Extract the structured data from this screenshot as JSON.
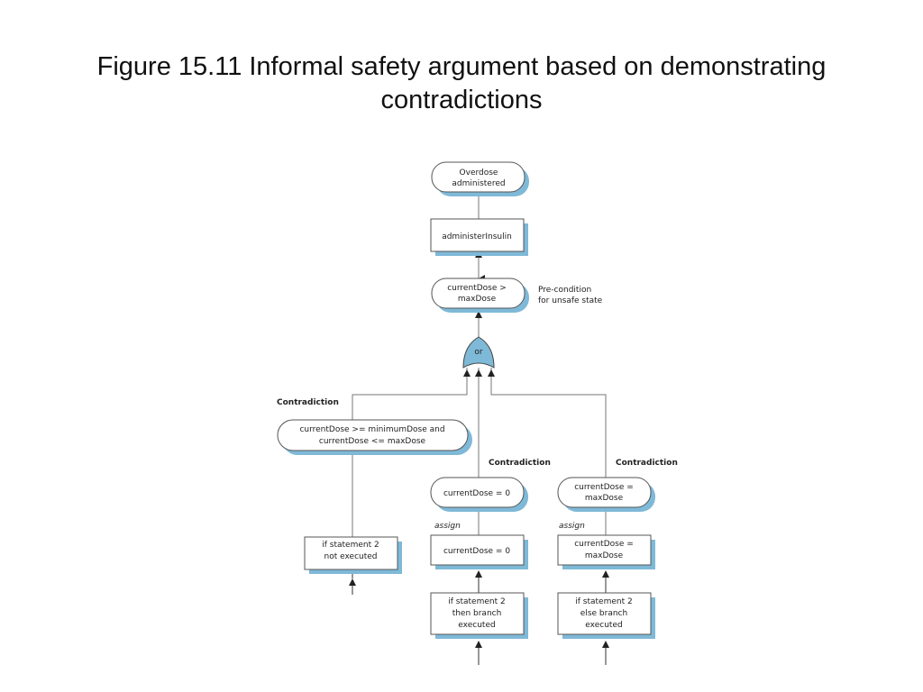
{
  "title": {
    "line1": "Figure 15.11  Informal safety argument based on demonstrating",
    "line2": "contradictions"
  },
  "diagram": {
    "accent_color": "#7fb9d8",
    "nodes": {
      "overdose": [
        "Overdose",
        "administered"
      ],
      "administer": [
        "administerInsulin"
      ],
      "precond": [
        "currentDose >",
        "maxDose"
      ],
      "precond_note": [
        "Pre-condition",
        "for unsafe state"
      ],
      "gate": "or",
      "left_state": [
        "currentDose >= minimumDose and",
        "currentDose <= maxDose"
      ],
      "left_stmt": [
        "if statement 2",
        "not executed"
      ],
      "mid_state": [
        "currentDose = 0"
      ],
      "mid_assign": [
        "currentDose = 0"
      ],
      "mid_stmt": [
        "if statement 2",
        "then branch",
        "executed"
      ],
      "right_state": [
        "currentDose =",
        "maxDose"
      ],
      "right_assign": [
        "currentDose =",
        "maxDose"
      ],
      "right_stmt": [
        "if statement 2",
        "else branch",
        "executed"
      ]
    },
    "labels": {
      "contradiction_left": "Contradiction",
      "contradiction_mid": "Contradiction",
      "contradiction_right": "Contradiction",
      "assign_mid": "assign",
      "assign_right": "assign"
    }
  }
}
